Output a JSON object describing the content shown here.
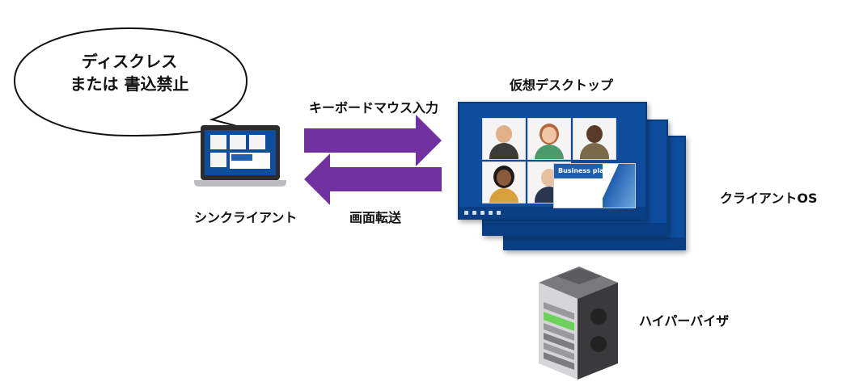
{
  "bubble": {
    "line1": "ディスクレス",
    "line2": "または 書込禁止"
  },
  "labels": {
    "thin_client": "シンクライアント",
    "keyboard_mouse_input": "キーボードマウス入力",
    "screen_transfer": "画面転送",
    "virtual_desktop": "仮想デスクトップ",
    "client_os": "クライアントOS",
    "hypervisor": "ハイパーバイザ"
  },
  "slide": {
    "title": "Business plan"
  },
  "colors": {
    "arrow": "#7030a0",
    "desktop_blue": "#0e4d9c",
    "server_dark": "#3a3a3c",
    "server_led": "#6cd35a"
  },
  "icons": {
    "laptop": "laptop-icon",
    "server": "server-rack-icon"
  }
}
